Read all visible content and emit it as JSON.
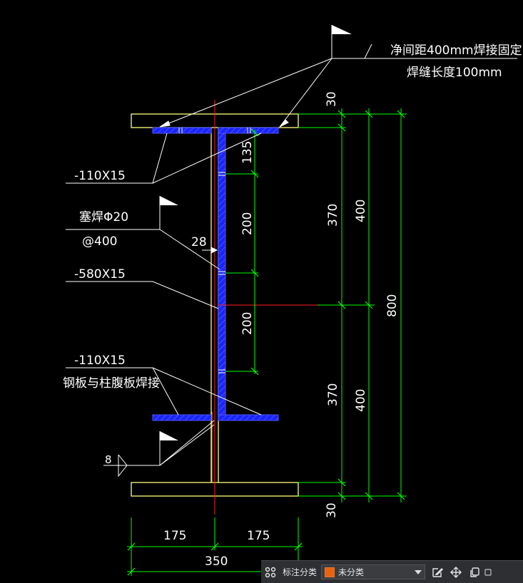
{
  "annotations": {
    "top_note_line1": "净间距400mm焊接固定",
    "top_note_line2": "焊缝长度100mm",
    "plate_top": "-110X15",
    "plug_weld_line1": "塞焊Φ20",
    "plug_weld_line2": "@400",
    "web_offset": "28",
    "web_plate": "-580X15",
    "plate_bottom": "-110X15",
    "plate_weld_note": "钢板与柱腹板焊接",
    "weld_size": "8"
  },
  "dimensions": {
    "top_30": "30",
    "d135": "135",
    "d200_upper": "200",
    "d200_lower": "200",
    "d370_upper": "370",
    "d370_lower": "370",
    "d400_upper": "400",
    "d400_lower": "400",
    "d800": "800",
    "bottom_30": "30",
    "w175_left": "175",
    "w175_right": "175",
    "w350": "350"
  },
  "toolbar": {
    "category_label": "标注分类",
    "category_value": "未分类",
    "swatch_color": "#e8620f",
    "icons": [
      "grid-icon",
      "edit-icon",
      "move-icon",
      "copy-icon",
      "more-icon"
    ]
  },
  "colors": {
    "green": "#00ff00",
    "blue": "#1a24ff",
    "yellow": "#ffff80",
    "red": "#ff0000",
    "white": "#ffffff",
    "orange": "#ffa000"
  }
}
